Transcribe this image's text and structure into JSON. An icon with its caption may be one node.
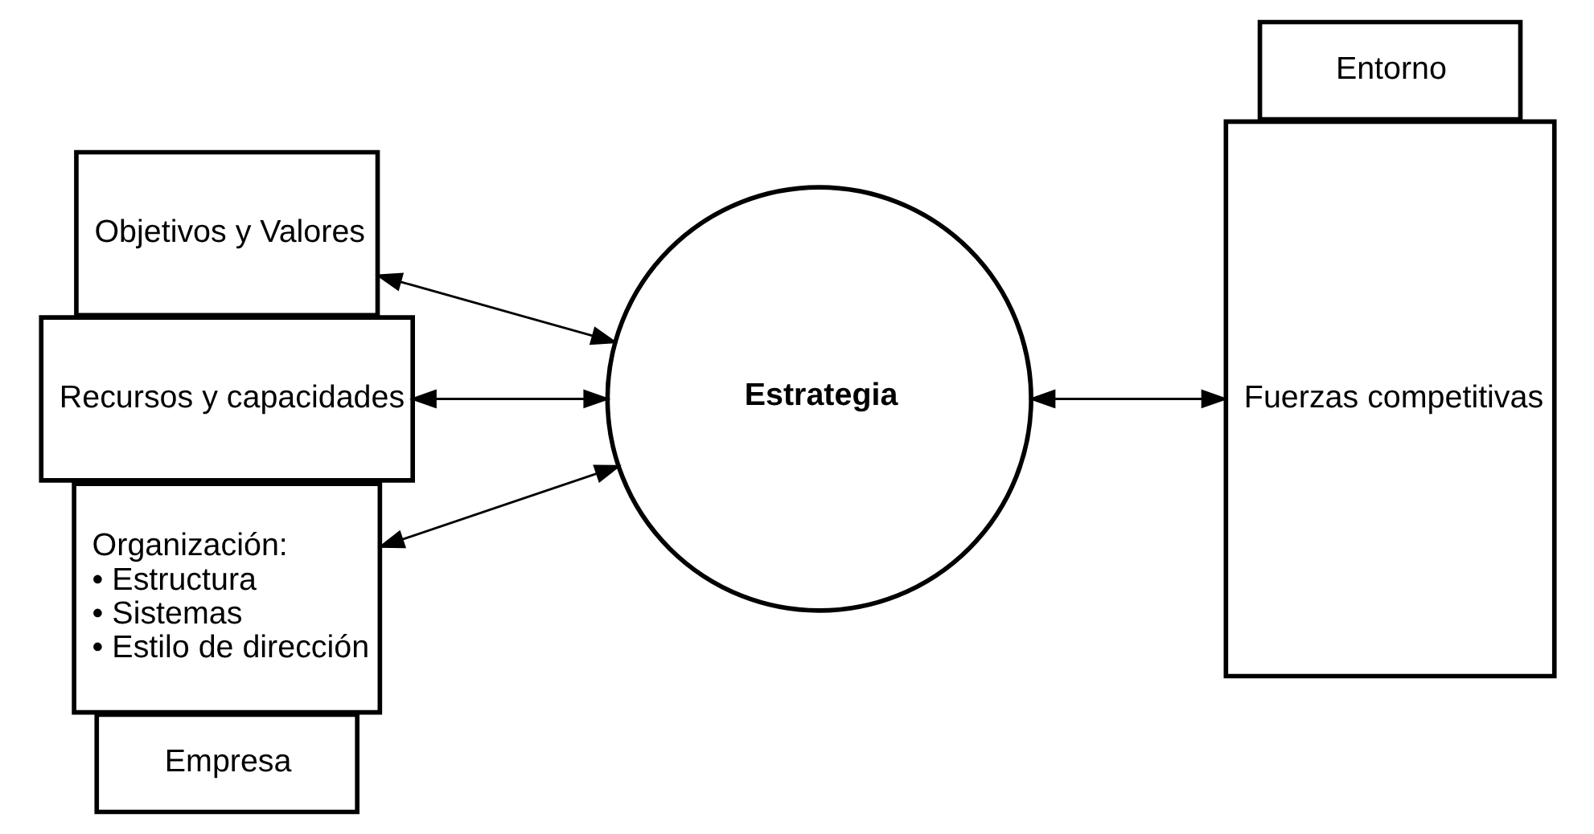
{
  "diagram": {
    "nodes": [
      {
        "text": [
          "Empresa"
        ]
      },
      {
        "text": [
          "Objetivos y Valores"
        ]
      },
      {
        "text": [
          "Recursos y capacidades"
        ]
      },
      {
        "text": [
          "Organización:",
          "• Estructura",
          "• Sistemas",
          "• Estilo de dirección"
        ]
      },
      {
        "text": [
          "Estrategia"
        ]
      },
      {
        "text": [
          "Entorno"
        ]
      },
      {
        "text": [
          "Fuerzas competitivas"
        ]
      }
    ],
    "edges": [
      {
        "from": 1,
        "to": 4,
        "arrow": "both"
      },
      {
        "from": 2,
        "to": 4,
        "arrow": "both"
      },
      {
        "from": 3,
        "to": 4,
        "arrow": "both"
      },
      {
        "from": 4,
        "to": 6,
        "arrow": "both"
      }
    ]
  }
}
